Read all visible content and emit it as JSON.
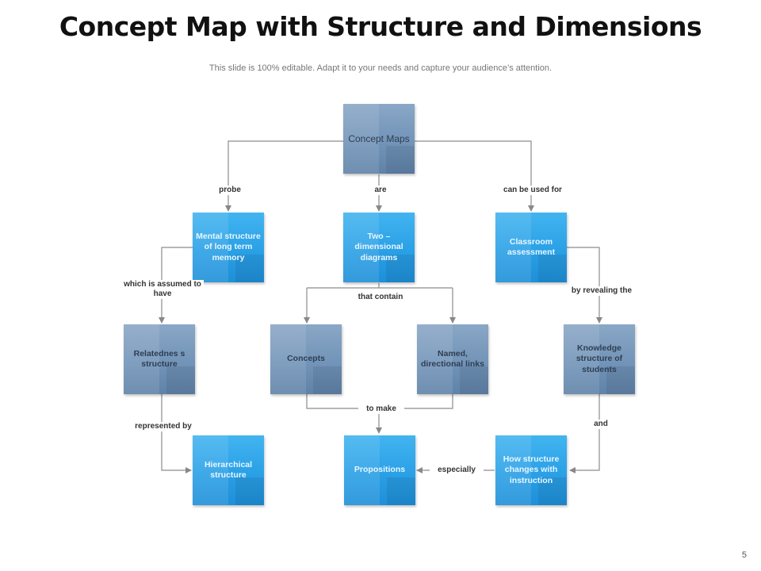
{
  "title": "Concept Map with Structure and Dimensions",
  "subtitle": "This slide is 100% editable. Adapt it to your needs and capture your audience’s attention.",
  "page_number": "5",
  "colors": {
    "blue_node": "#2aa0e6",
    "grey_node": "#7294b8",
    "line": "#888888"
  },
  "nodes": {
    "concept_maps": "Concept Maps",
    "mental_structure": "Mental structure of long term memory",
    "two_dimensional": "Two – dimensional diagrams",
    "classroom_assessment": "Classroom assessment",
    "relatedness": "Relatednes s structure",
    "concepts": "Concepts",
    "named_links": "Named, directional links",
    "knowledge_structure": "Knowledge structure of students",
    "hierarchical": "Hierarchical structure",
    "propositions": "Propositions",
    "how_structure": "How structure changes with instruction"
  },
  "links": {
    "probe": "probe",
    "are": "are",
    "can_be_used_for": "can be used for",
    "which_is_assumed": "which is assumed to have",
    "that_contain": "that contain",
    "by_revealing": "by revealing the",
    "to_make": "to make",
    "represented_by": "represented by",
    "and": "and",
    "especially": "especially"
  }
}
